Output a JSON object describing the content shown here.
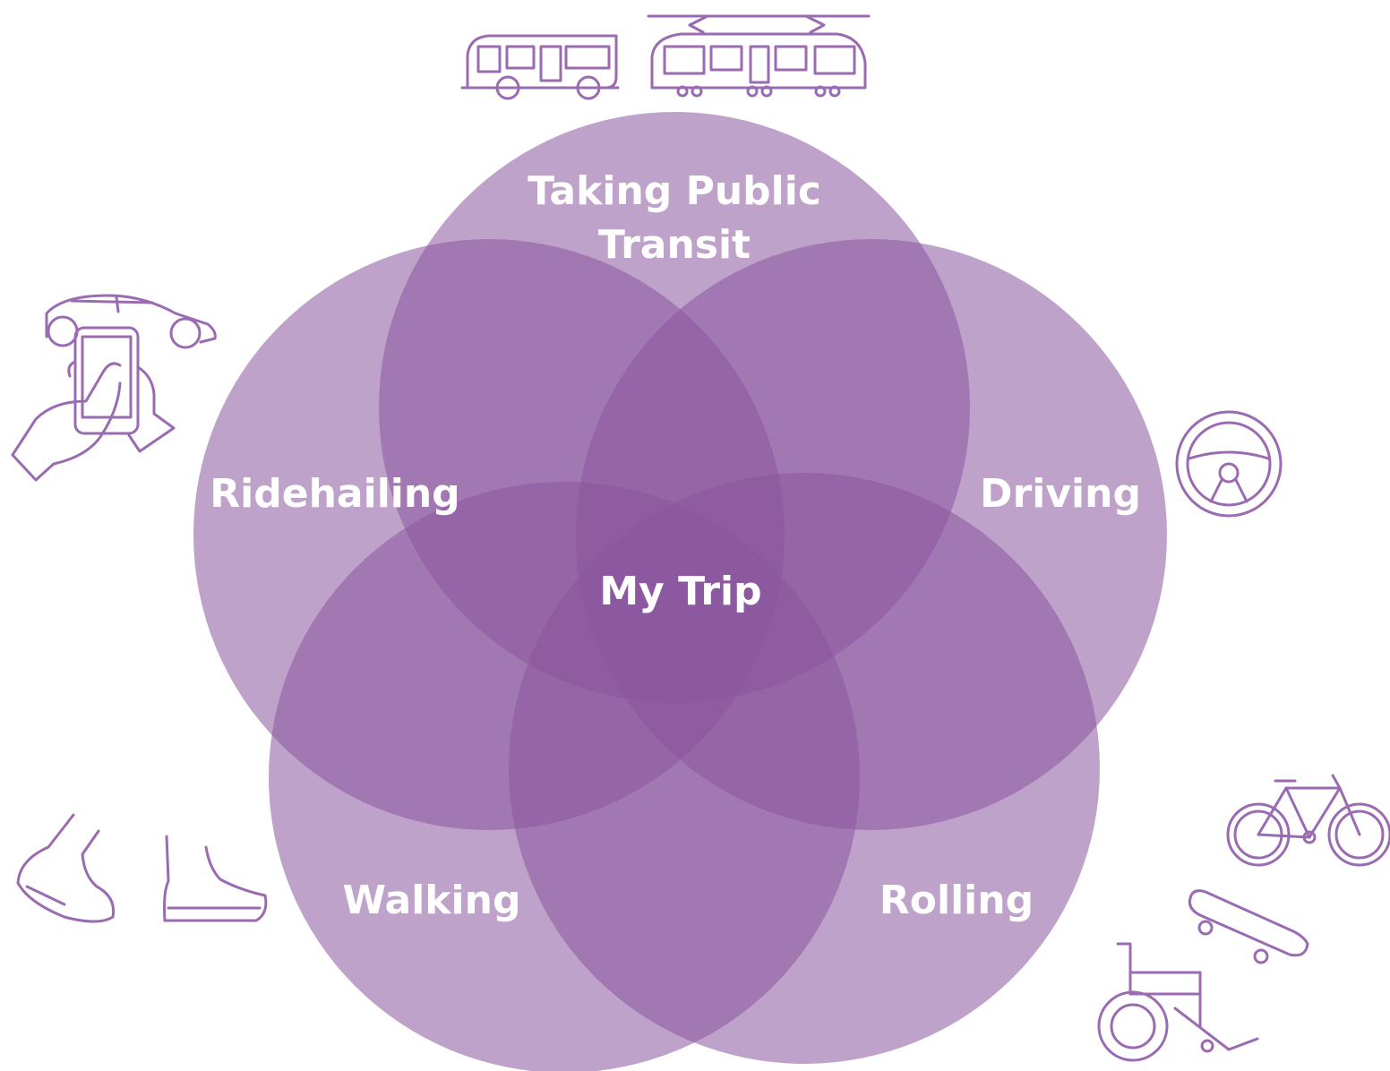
{
  "diagram": {
    "type": "venn-five-set",
    "center_label": "My Trip",
    "sets": [
      {
        "id": "transit",
        "label_lines": [
          "Taking Public",
          "Transit"
        ],
        "icons": [
          "bus-icon",
          "streetcar-icon"
        ]
      },
      {
        "id": "driving",
        "label_lines": [
          "Driving"
        ],
        "icons": [
          "steering-wheel-icon"
        ]
      },
      {
        "id": "rolling",
        "label_lines": [
          "Rolling"
        ],
        "icons": [
          "bicycle-icon",
          "skateboard-icon",
          "wheelchair-icon"
        ]
      },
      {
        "id": "walking",
        "label_lines": [
          "Walking"
        ],
        "icons": [
          "walking-feet-icon"
        ]
      },
      {
        "id": "ridehailing",
        "label_lines": [
          "Ridehailing"
        ],
        "icons": [
          "car-icon",
          "phone-hand-icon"
        ]
      }
    ]
  },
  "colors": {
    "circle_fill": "#8a569e",
    "circle_opacity": 0.55,
    "icon_stroke": "#9b6bb1",
    "text": "#ffffff",
    "background": "#ffffff"
  }
}
